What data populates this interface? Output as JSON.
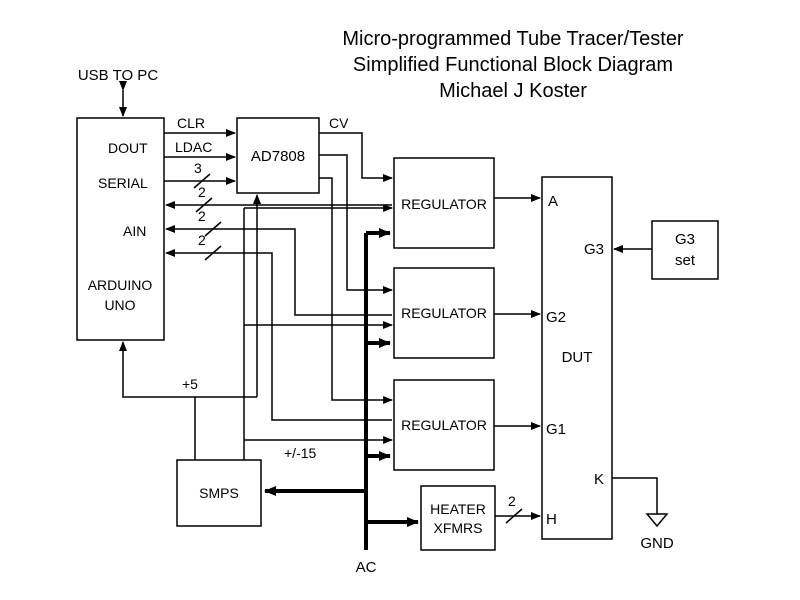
{
  "title": {
    "line1": "Micro-programmed Tube Tracer/Tester",
    "line2": "Simplified Functional Block Diagram",
    "line3": "Michael J Koster"
  },
  "arduino": {
    "usb": "USB TO PC",
    "dout": "DOUT",
    "serial": "SERIAL",
    "ain": "AIN",
    "name_line1": "ARDUINO",
    "name_line2": "UNO"
  },
  "dac": {
    "name": "AD7808",
    "clr": "CLR",
    "ldac": "LDAC",
    "serial_width": "3",
    "cv": "CV"
  },
  "bus_widths": {
    "w1": "2",
    "w2": "2",
    "w3": "2"
  },
  "regulators": [
    "REGULATOR",
    "REGULATOR",
    "REGULATOR"
  ],
  "power": {
    "plus5": "+5",
    "pm15": "+/-15",
    "smps": "SMPS",
    "ac": "AC"
  },
  "heater": {
    "line1": "HEATER",
    "line2": "XFMRS",
    "width": "2"
  },
  "dut": {
    "name": "DUT",
    "pin_a": "A",
    "pin_g2": "G2",
    "pin_g1": "G1",
    "pin_h": "H",
    "pin_g3": "G3",
    "pin_k": "K"
  },
  "g3set": {
    "line1": "G3",
    "line2": "set"
  },
  "gnd": "GND"
}
